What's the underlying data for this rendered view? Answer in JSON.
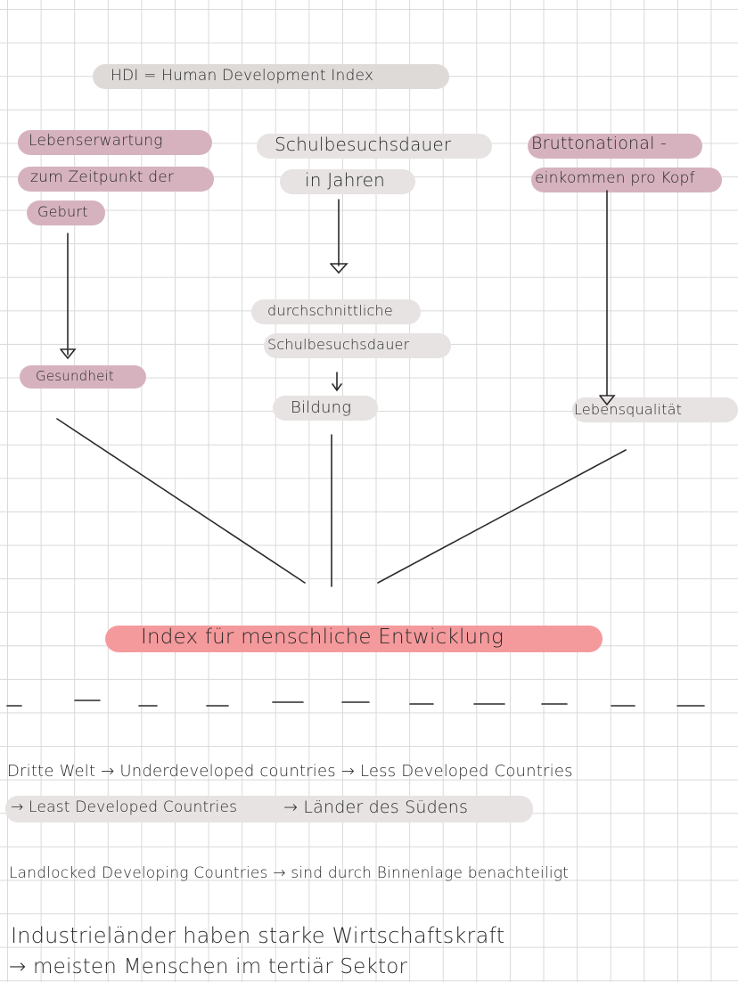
{
  "title": "HDI = Human Development Index",
  "col1": {
    "line1": "Lebenserwartung",
    "line2": "zum Zeitpunkt der",
    "line3": "Geburt",
    "result": "Gesundheit"
  },
  "col2": {
    "line1": "Schulbesuchsdauer",
    "line2": "in Jahren",
    "mid1": "durchschnittliche",
    "mid2": "Schulbesuchsdauer",
    "result": "Bildung"
  },
  "col3": {
    "line1": "Bruttonational -",
    "line2": "einkommen pro Kopf",
    "result": "Lebensqualität"
  },
  "index_label": "Index für menschliche Entwicklung",
  "notes": {
    "n1": "Dritte Welt → Underdeveloped countries → Less Developed Countries",
    "n2a": "→ Least Developed Countries",
    "n2b": "→ Länder des Südens",
    "n3": "Landlocked Developing Countries → sind durch Binnenlage benachteiligt",
    "n4": "Industrieländer haben starke Wirtschaftskraft",
    "n5": "→ meisten Menschen im tertiär Sektor"
  },
  "colors": {
    "grey_highlight": "#dedad8",
    "rose_highlight": "#d6b2bf",
    "red_highlight": "#f59a9c",
    "ink": "#2a2a2a"
  }
}
